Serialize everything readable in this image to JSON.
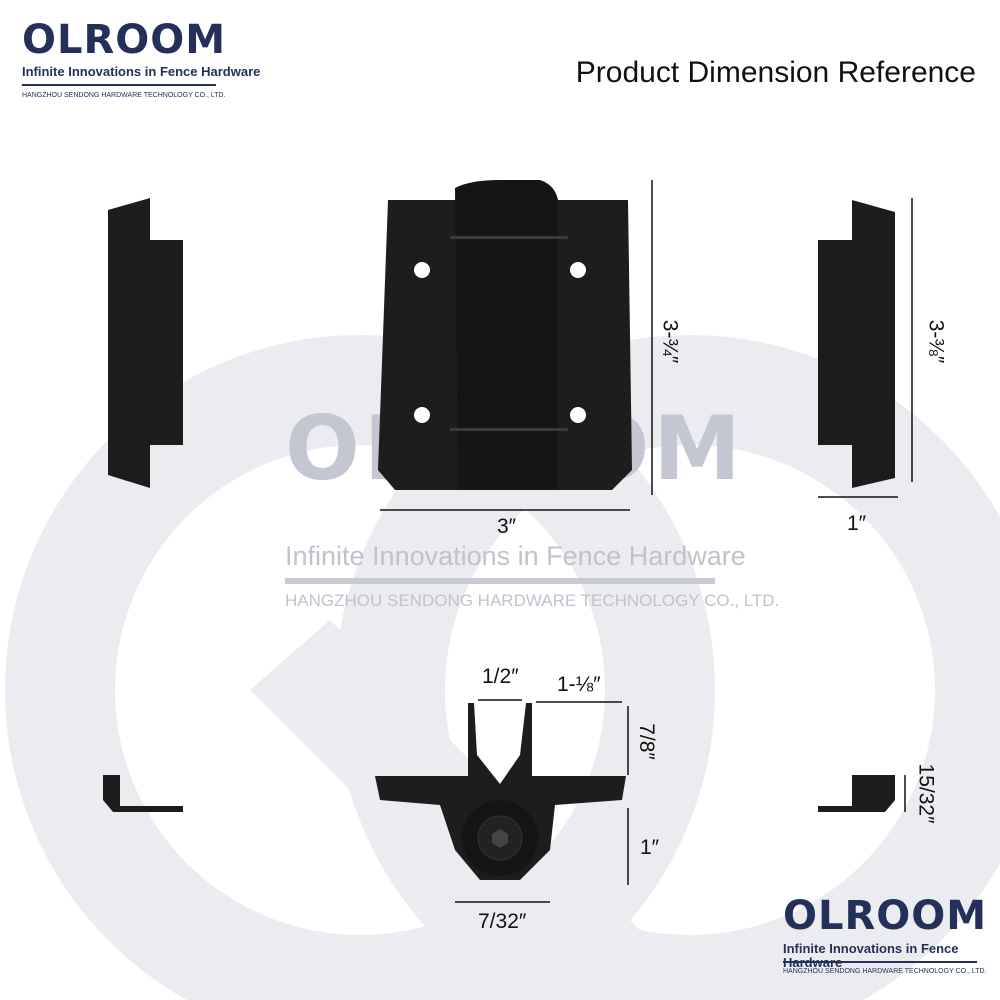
{
  "header": {
    "title": "Product Dimension Reference"
  },
  "brand": {
    "logo_text": "OLROOM",
    "tagline": "Infinite Innovations in Fence Hardware",
    "company": "HANGZHOU SENDONG HARDWARE TECHNOLOGY CO., LTD."
  },
  "watermark": {
    "logo_text": "OLROOM",
    "tagline": "Infinite Innovations in Fence Hardware",
    "company": "HANGZHOU SENDONG HARDWARE TECHNOLOGY CO., LTD."
  },
  "dimensions": {
    "front_height": "3-¾″",
    "front_width": "3″",
    "side_height": "3-⅜″",
    "side_depth": "1″",
    "top_gap": "1/2″",
    "top_flange": "1-⅛″",
    "top_height": "7/8″",
    "top_barrel": "1″",
    "top_base": "7/32″",
    "side_thickness": "15/32″"
  },
  "colors": {
    "brand": "#25305a",
    "product": "#1a1a1a",
    "watermark": "#e9eaef"
  }
}
